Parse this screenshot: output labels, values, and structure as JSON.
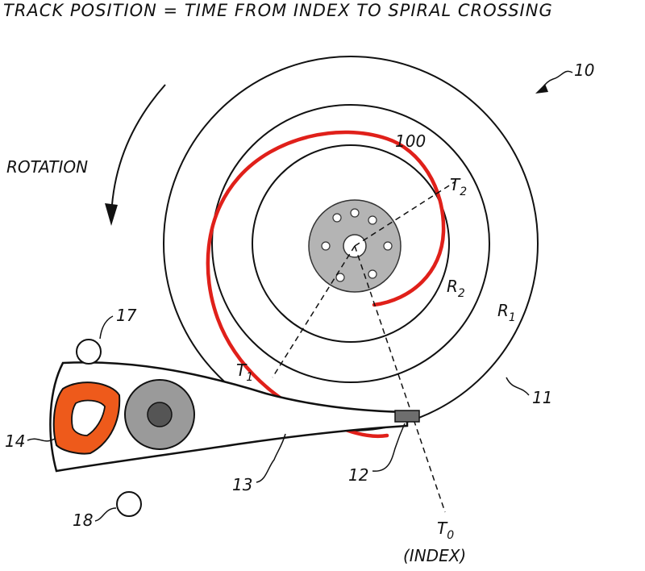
{
  "title": "TRACK POSITION = TIME FROM INDEX TO SPIRAL CROSSING",
  "colors": {
    "ink": "#111111",
    "spiral": "#e0201a",
    "hub": "#b4b4b4",
    "motor": "#9a9a9a",
    "coil": "#ee5a1b",
    "head": "#6e6e6e"
  },
  "labels": {
    "rotation": "ROTATION",
    "ref_10": "10",
    "ref_100": "100",
    "t2": "T",
    "t2_sub": "2",
    "r2": "R",
    "r2_sub": "2",
    "r1": "R",
    "r1_sub": "1",
    "t1": "T",
    "t1_sub": "1",
    "ref_11": "11",
    "ref_17": "17",
    "ref_14": "14",
    "ref_13": "13",
    "ref_12": "12",
    "ref_18": "18",
    "t0": "T",
    "t0_sub": "0",
    "index": "(INDEX)"
  }
}
